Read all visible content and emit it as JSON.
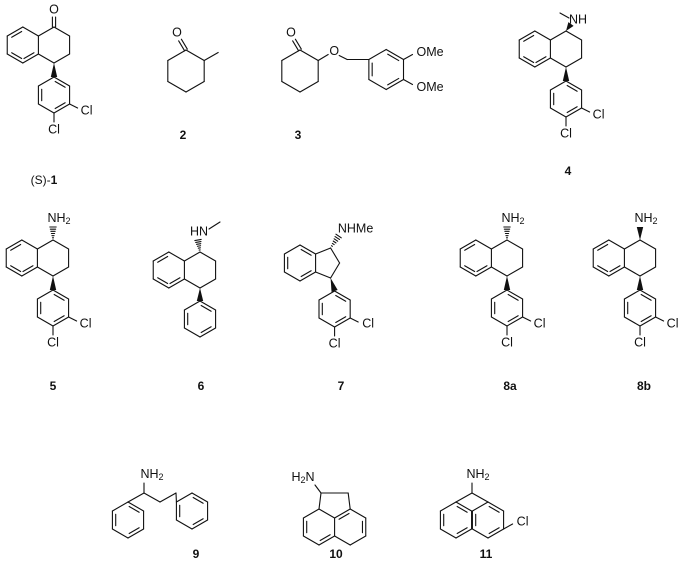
{
  "compounds": [
    {
      "id": "1",
      "prefix": "(S)-",
      "label": "1",
      "atoms": [
        "O",
        "Cl",
        "Cl"
      ]
    },
    {
      "id": "2",
      "prefix": "",
      "label": "2",
      "atoms": [
        "O"
      ]
    },
    {
      "id": "3",
      "prefix": "",
      "label": "3",
      "atoms": [
        "O",
        "O",
        "OMe",
        "OMe"
      ]
    },
    {
      "id": "4",
      "prefix": "",
      "label": "4",
      "atoms": [
        "NH",
        "Cl",
        "Cl"
      ]
    },
    {
      "id": "5",
      "prefix": "",
      "label": "5",
      "atoms": [
        "NH2",
        "Cl",
        "Cl"
      ]
    },
    {
      "id": "6",
      "prefix": "",
      "label": "6",
      "atoms": [
        "HN"
      ]
    },
    {
      "id": "7",
      "prefix": "",
      "label": "7",
      "atoms": [
        "NHMe",
        "Cl",
        "Cl"
      ]
    },
    {
      "id": "8a",
      "prefix": "",
      "label": "8a",
      "atoms": [
        "NH2",
        "Cl",
        "Cl"
      ]
    },
    {
      "id": "8b",
      "prefix": "",
      "label": "8b",
      "atoms": [
        "NH2",
        "Cl",
        "Cl"
      ]
    },
    {
      "id": "9",
      "prefix": "",
      "label": "9",
      "atoms": [
        "NH2"
      ]
    },
    {
      "id": "10",
      "prefix": "",
      "label": "10",
      "atoms": [
        "H2N"
      ]
    },
    {
      "id": "11",
      "prefix": "",
      "label": "11",
      "atoms": [
        "NH2",
        "Cl"
      ]
    }
  ]
}
